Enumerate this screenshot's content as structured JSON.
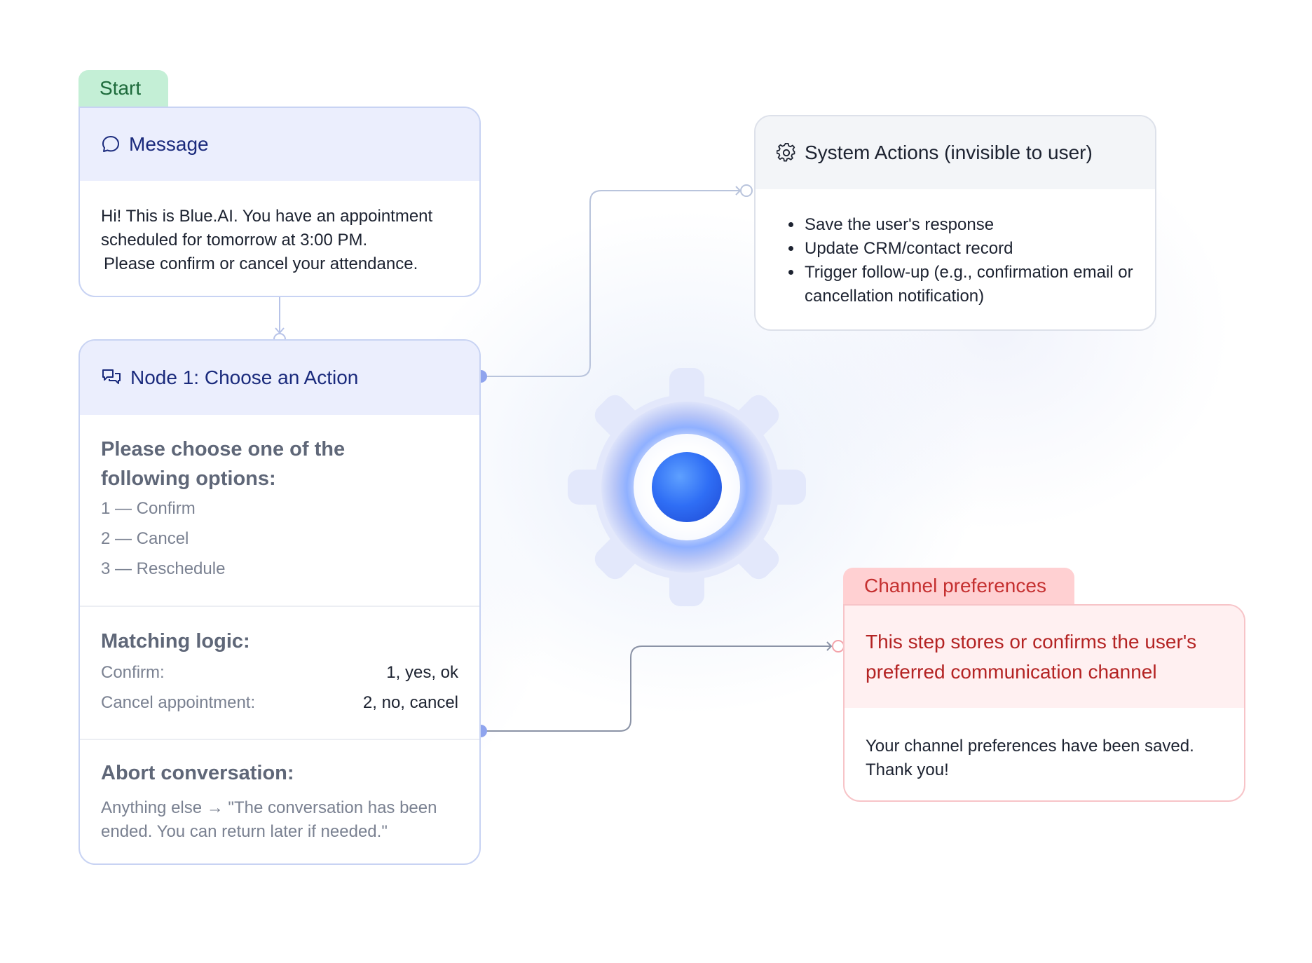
{
  "start_tab": {
    "label": "Start"
  },
  "message_card": {
    "icon": "chat-bubble-icon",
    "title": "Message",
    "lines": [
      "Hi! This is Blue.AI. You have an appointment",
      "scheduled for tomorrow at 3:00 PM.",
      "Please confirm or cancel your attendance."
    ]
  },
  "node_card": {
    "icon": "chat-bubbles-icon",
    "title": "Node 1: Choose an Action",
    "prompt_title": "Please choose one of the following options:",
    "options": [
      "1 — Confirm",
      "2 — Cancel",
      "3 — Reschedule"
    ],
    "matching": {
      "title": "Matching logic:",
      "rows": [
        {
          "key": "Confirm:",
          "value": "1, yes, ok"
        },
        {
          "key": "Cancel appointment:",
          "value": "2, no, cancel"
        }
      ]
    },
    "abort": {
      "title": "Abort conversation:",
      "lines": [
        "Anything else → \"The conversation has been",
        "ended. You can return later if needed.\""
      ]
    }
  },
  "system_card": {
    "icon": "gear-icon",
    "title": "System Actions (invisible to user)",
    "items": [
      "Save the user's response",
      "Update CRM/contact record",
      "Trigger follow-up (e.g., confirmation email or cancellation notification)"
    ]
  },
  "channel_tab": {
    "label": "Channel preferences"
  },
  "channel_card": {
    "head_lines": [
      "This step stores or confirms the user's",
      "preferred communication channel"
    ],
    "body_lines": [
      "Your channel preferences have been saved.",
      "Thank you!"
    ]
  },
  "colors": {
    "start_green": "#c4efd6",
    "channel_red": "#ffd0d2",
    "node_blue": "#ebeefd",
    "connector": "#8fa4ee",
    "gear_core": "#2f6ef5"
  }
}
